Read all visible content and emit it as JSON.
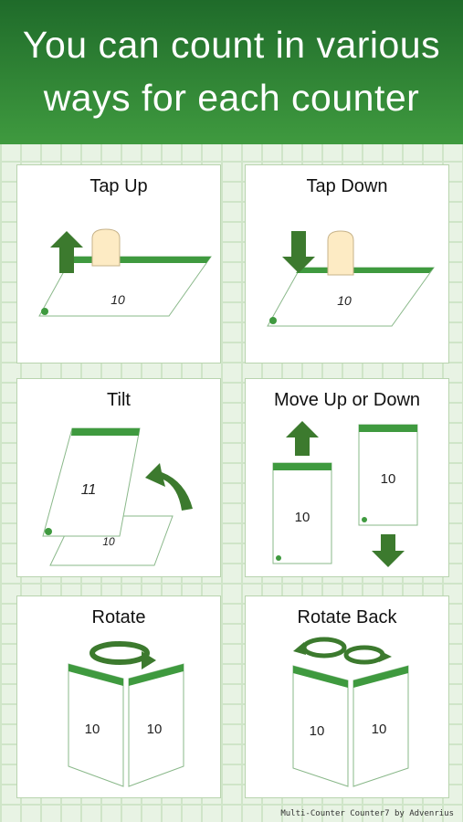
{
  "header": {
    "line1": "You can count in various",
    "line2": "ways for each counter"
  },
  "cards": [
    {
      "title": "Tap Up",
      "value": "10"
    },
    {
      "title": "Tap Down",
      "value": "10"
    },
    {
      "title": "Tilt",
      "value_front": "11",
      "value_back": "10"
    },
    {
      "title": "Move Up or Down",
      "value_left": "10",
      "value_right": "10"
    },
    {
      "title": "Rotate",
      "value_left": "10",
      "value_right": "10"
    },
    {
      "title": "Rotate Back",
      "value_left": "10",
      "value_right": "10"
    }
  ],
  "footer": "Multi-Counter Counter7 by Advenrius",
  "colors": {
    "brand": "#2e7d32",
    "arrow": "#3c7a2e",
    "finger": "#fdebc4"
  }
}
